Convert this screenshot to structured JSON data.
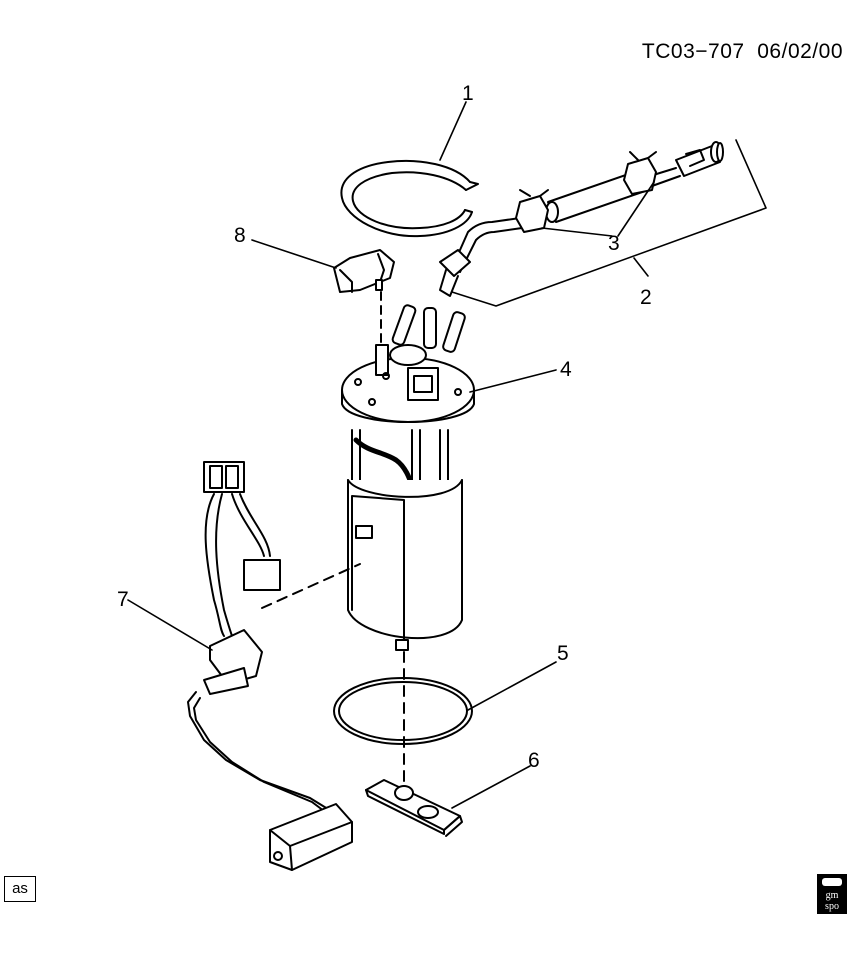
{
  "document": {
    "id": "TC03−707",
    "date": "06/02/00"
  },
  "callouts": [
    "1",
    "2",
    "3",
    "4",
    "5",
    "6",
    "7",
    "8"
  ],
  "footer": {
    "badge": "as",
    "logo_text_top": "gm",
    "logo_text_bottom": "spo"
  }
}
